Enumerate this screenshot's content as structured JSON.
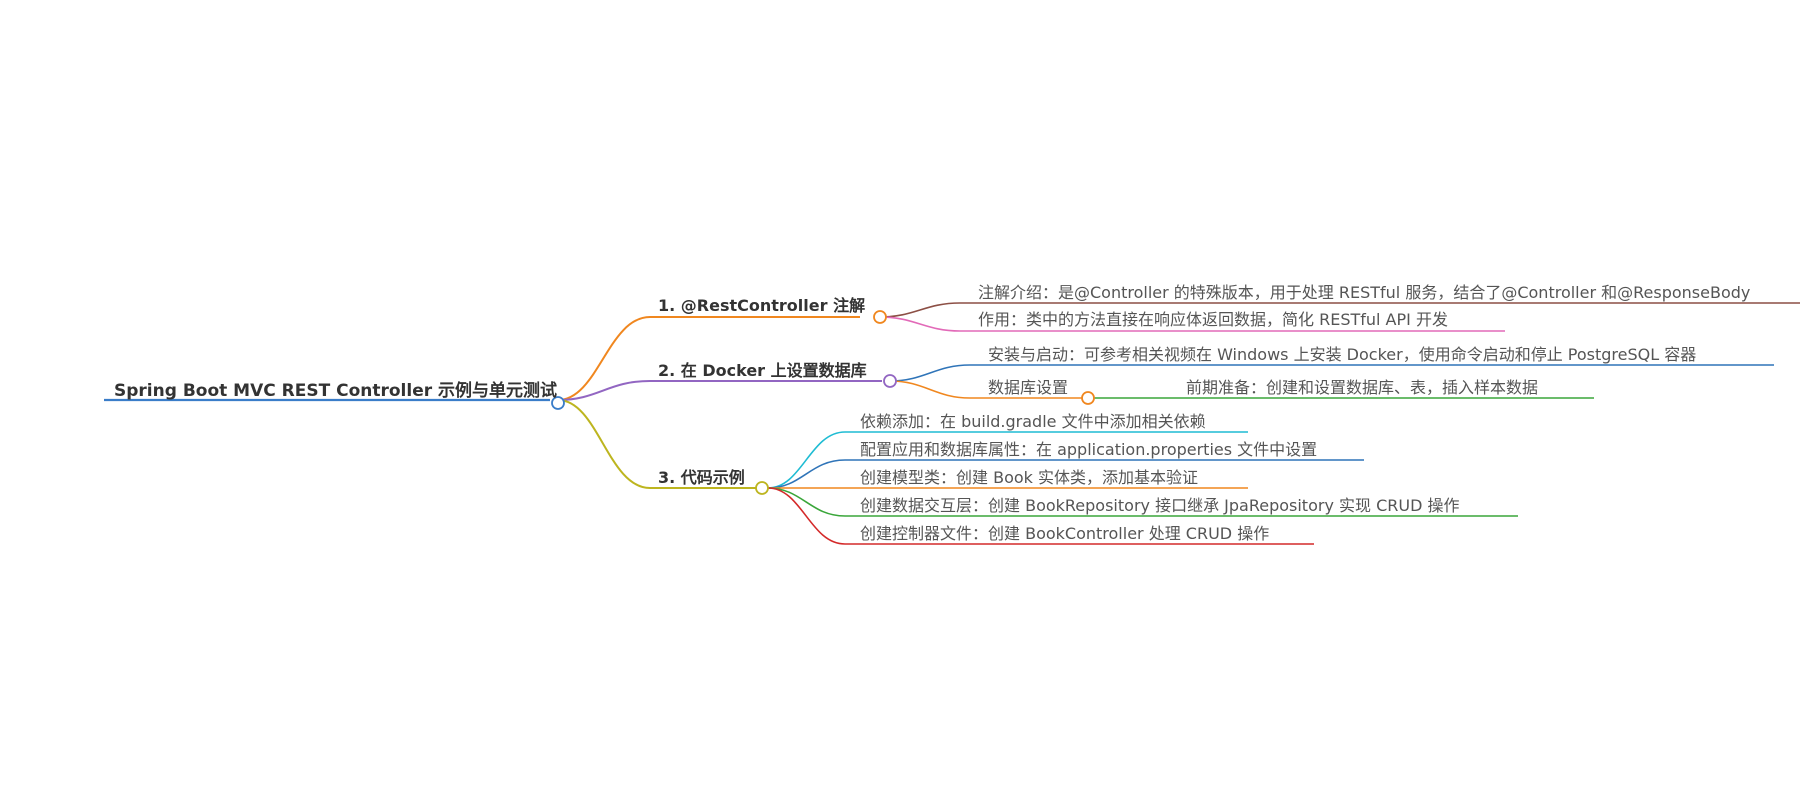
{
  "root": {
    "label": "Spring Boot MVC REST Controller 示例与单元测试",
    "color": "#3a7dc9"
  },
  "branches": [
    {
      "label": "1. @RestController 注解",
      "color": "#f0871f",
      "children": [
        {
          "label": "注解介绍：是@Controller 的特殊版本，用于处理 RESTful 服务，结合了@Controller 和@ResponseBody",
          "color": "#8c4f45"
        },
        {
          "label": "作用：类中的方法直接在响应体返回数据，简化 RESTful API 开发",
          "color": "#e26ab8"
        }
      ]
    },
    {
      "label": "2. 在 Docker 上设置数据库",
      "color": "#9266c2",
      "children": [
        {
          "label": "安装与启动：可参考相关视频在 Windows 上安装 Docker，使用命令启动和停止 PostgreSQL 容器",
          "color": "#2f74b8"
        },
        {
          "label": "数据库设置",
          "color": "#f0871f",
          "children": [
            {
              "label": "前期准备：创建和设置数据库、表，插入样本数据",
              "color": "#3aa63a"
            }
          ]
        }
      ]
    },
    {
      "label": "3. 代码示例",
      "color": "#bdb51f",
      "children": [
        {
          "label": "依赖添加：在 build.gradle 文件中添加相关依赖",
          "color": "#1fbcd3"
        },
        {
          "label": "配置应用和数据库属性：在 application.properties 文件中设置",
          "color": "#2f74b8"
        },
        {
          "label": "创建模型类：创建 Book 实体类，添加基本验证",
          "color": "#f0871f"
        },
        {
          "label": "创建数据交互层：创建 BookRepository 接口继承 JpaRepository 实现 CRUD 操作",
          "color": "#3aa63a"
        },
        {
          "label": "创建控制器文件：创建 BookController 处理 CRUD 操作",
          "color": "#d42a2a"
        }
      ]
    }
  ]
}
